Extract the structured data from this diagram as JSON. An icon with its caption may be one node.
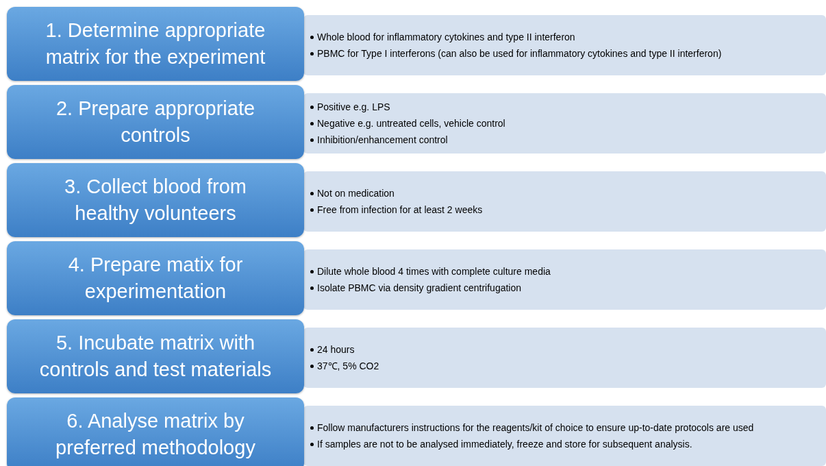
{
  "diagram": {
    "nodes": [
      {
        "text": [
          "1. Determine appropriate matrix for the experiment"
        ]
      },
      {
        "text": [
          "Whole blood for inflammatory cytokines and type II interferon",
          "PBMC for Type I interferons (can also be used for inflammatory cytokines and type II interferon)"
        ]
      },
      {
        "text": [
          "2. Prepare appropriate controls"
        ]
      },
      {
        "text": [
          "Positive e.g. LPS",
          "Negative e.g. untreated cells, vehicle control",
          "Inhibition/enhancement control"
        ]
      },
      {
        "text": [
          "3. Collect blood from healthy volunteers"
        ]
      },
      {
        "text": [
          "Not on medication",
          "Free from infection for at least 2 weeks"
        ]
      },
      {
        "text": [
          "4. Prepare matix for experimentation"
        ]
      },
      {
        "text": [
          "Dilute whole blood 4 times with complete culture media",
          "Isolate PBMC via density gradient centrifugation"
        ]
      },
      {
        "text": [
          "5. Incubate matrix with controls and test materials"
        ]
      },
      {
        "text": [
          "24 hours",
          "37℃, 5% CO2"
        ]
      },
      {
        "text": [
          "6. Analyse matrix by preferred methodology"
        ]
      },
      {
        "text": [
          "Follow manufacturers instructions for the reagents/kit of choice to ensure up-to-date protocols are used",
          "If samples are not to be analysed immediately, freeze and store for subsequent analysis."
        ]
      }
    ]
  }
}
